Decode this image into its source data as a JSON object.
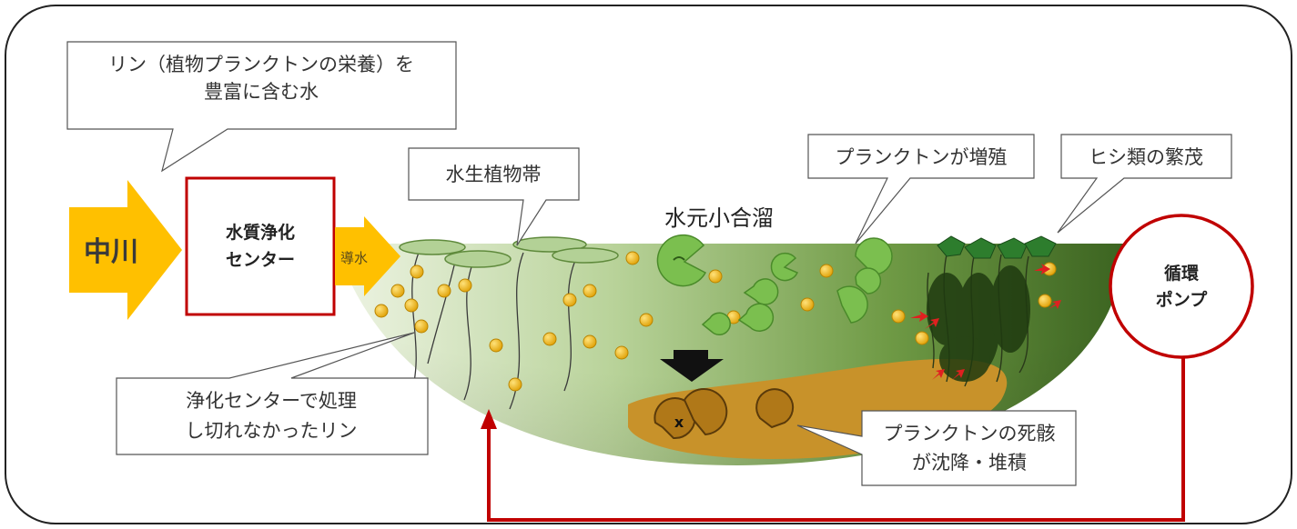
{
  "callouts": {
    "phosphorus_water": {
      "line1": "リン（植物プランクトンの栄養）を",
      "line2": "豊富に含む水"
    },
    "aquatic_plants": "水生植物帯",
    "plankton_bloom": "プランクトンが増殖",
    "water_chestnut": "ヒシ類の繁茂",
    "remaining_phosphorus": {
      "line1": "浄化センターで処理",
      "line2": "し切れなかったリン"
    },
    "plankton_sediment": {
      "line1": "プランクトンの死骸",
      "line2": "が沈降・堆積"
    }
  },
  "river_label": "中川",
  "purification_center": {
    "line1": "水質浄化",
    "line2": "センター"
  },
  "inflow_label": "導水",
  "pond_title": "水元小合溜",
  "pump": {
    "line1": "循環",
    "line2": "ポンプ"
  },
  "colors": {
    "arrow_yellow": "#FFC000",
    "center_border": "#C00000",
    "return_line": "#C00000",
    "phosphorus_dot": "#F2B416",
    "plankton_green": "#70AD47",
    "water_light": "#E6EFD6",
    "water_dark": "#3F6A1E",
    "sediment": "#C8922A"
  }
}
